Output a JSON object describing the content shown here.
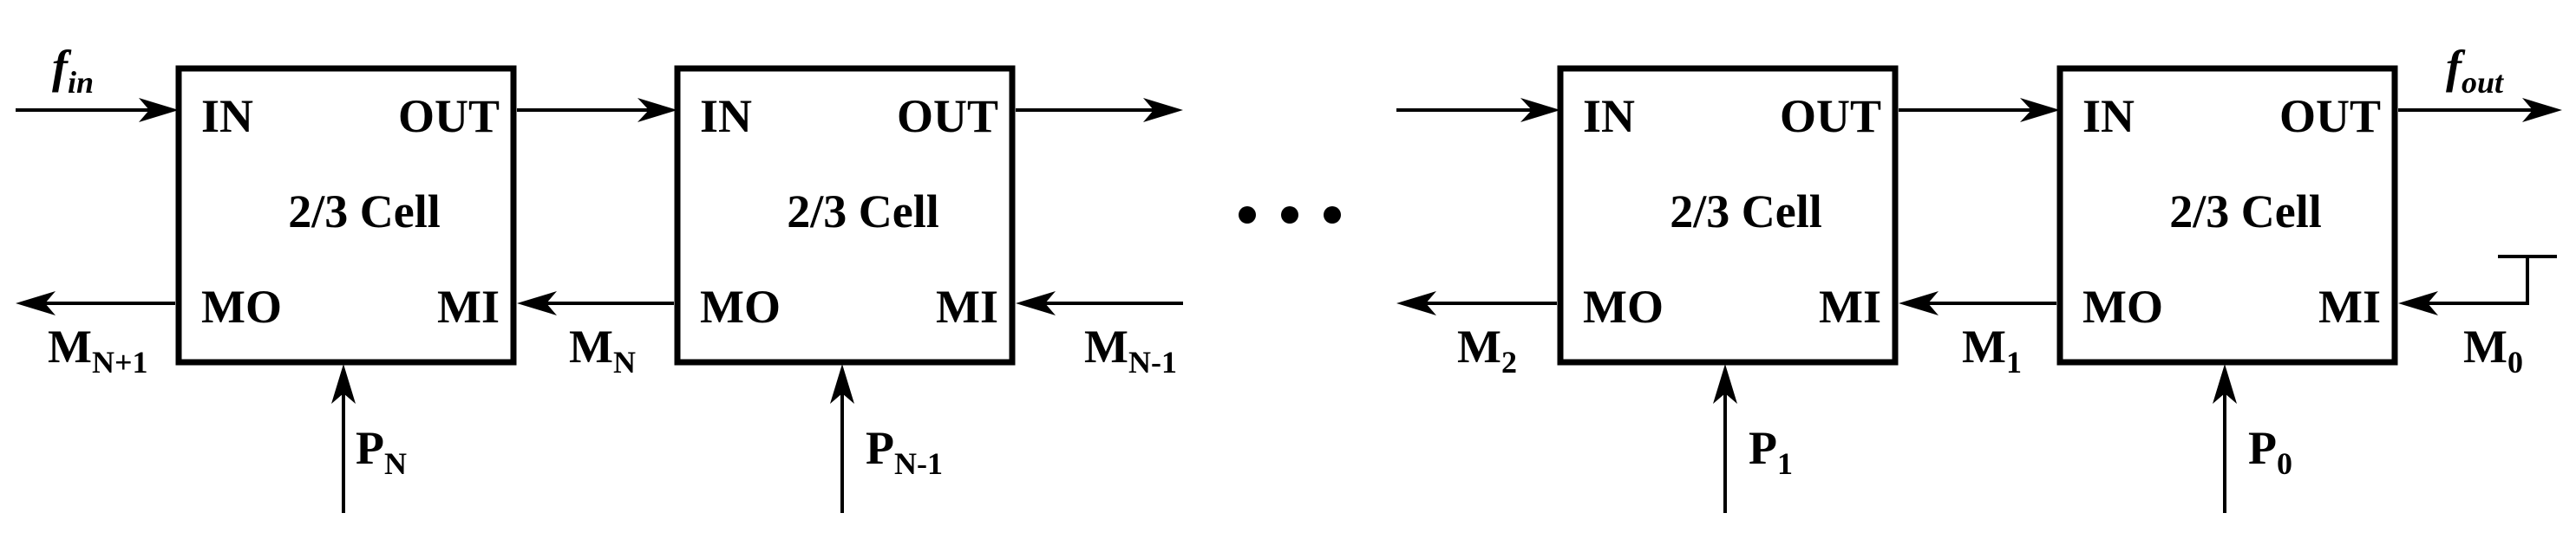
{
  "ports": {
    "in": "IN",
    "out": "OUT",
    "mo": "MO",
    "mi": "MI"
  },
  "cells": [
    {
      "title": "2/3 Cell",
      "p_main": "P",
      "p_sub": "N"
    },
    {
      "title": "2/3 Cell",
      "p_main": "P",
      "p_sub": "N-1"
    },
    {
      "title": "2/3 Cell",
      "p_main": "P",
      "p_sub": "1"
    },
    {
      "title": "2/3 Cell",
      "p_main": "P",
      "p_sub": "0"
    }
  ],
  "signals": {
    "fin": {
      "main": "f",
      "sub": "in"
    },
    "fout": {
      "main": "f",
      "sub": "out"
    },
    "m_n_plus_1": {
      "main": "M",
      "sub": "N+1"
    },
    "m_n": {
      "main": "M",
      "sub": "N"
    },
    "m_n_minus_1": {
      "main": "M",
      "sub": "N-1"
    },
    "m_2": {
      "main": "M",
      "sub": "2"
    },
    "m_1": {
      "main": "M",
      "sub": "1"
    },
    "m_0": {
      "main": "M",
      "sub": "0"
    }
  },
  "ellipsis": "•••"
}
